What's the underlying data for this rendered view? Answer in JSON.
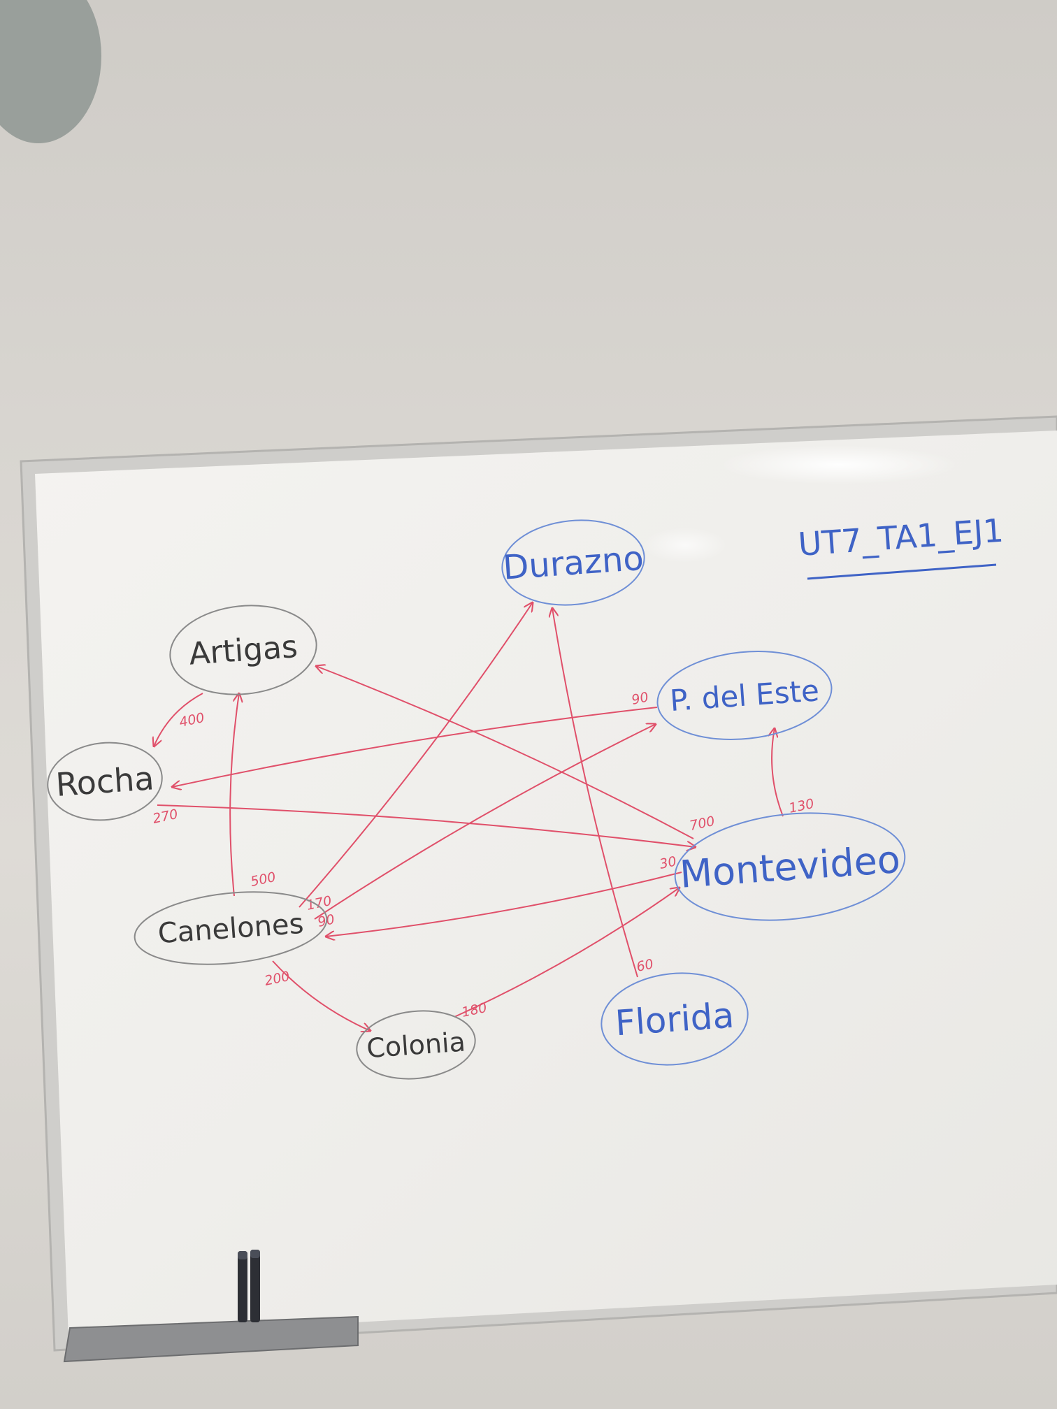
{
  "title": "UT7_TA1_EJ1",
  "colors": {
    "wall": "#d8d5d0",
    "board": "#f2f1ee",
    "frame": "#c9c8c4",
    "ink_blue": "#3f63c6",
    "ink_black": "#3a3a3a",
    "ink_red": "#e0506a",
    "node_outline_blue": "#6f8fd6",
    "node_outline_gray": "#8a8a8a"
  },
  "nodes": [
    {
      "id": "durazno",
      "label": "Durazno",
      "ink": "blue"
    },
    {
      "id": "artigas",
      "label": "Artigas",
      "ink": "black"
    },
    {
      "id": "p_del_este",
      "label": "P. del Este",
      "ink": "blue"
    },
    {
      "id": "rocha",
      "label": "Rocha",
      "ink": "black"
    },
    {
      "id": "montevideo",
      "label": "Montevideo",
      "ink": "blue"
    },
    {
      "id": "canelones",
      "label": "Canelones",
      "ink": "black"
    },
    {
      "id": "colonia",
      "label": "Colonia",
      "ink": "black"
    },
    {
      "id": "florida",
      "label": "Florida",
      "ink": "blue"
    }
  ],
  "edges": [
    {
      "from": "artigas",
      "to": "rocha",
      "weight": "400"
    },
    {
      "from": "canelones",
      "to": "artigas",
      "weight": "500"
    },
    {
      "from": "canelones",
      "to": "durazno",
      "weight": "170"
    },
    {
      "from": "canelones",
      "to": "p_del_este",
      "weight": "90"
    },
    {
      "from": "canelones",
      "to": "colonia",
      "weight": "200"
    },
    {
      "from": "montevideo",
      "to": "canelones",
      "weight": "30"
    },
    {
      "from": "montevideo",
      "to": "artigas",
      "weight": "700"
    },
    {
      "from": "montevideo",
      "to": "p_del_este",
      "weight": "130"
    },
    {
      "from": "p_del_este",
      "to": "rocha",
      "weight": "90"
    },
    {
      "from": "rocha",
      "to": "montevideo",
      "weight": "270"
    },
    {
      "from": "colonia",
      "to": "montevideo",
      "weight": "180"
    },
    {
      "from": "florida",
      "to": "durazno",
      "weight": "60"
    }
  ]
}
